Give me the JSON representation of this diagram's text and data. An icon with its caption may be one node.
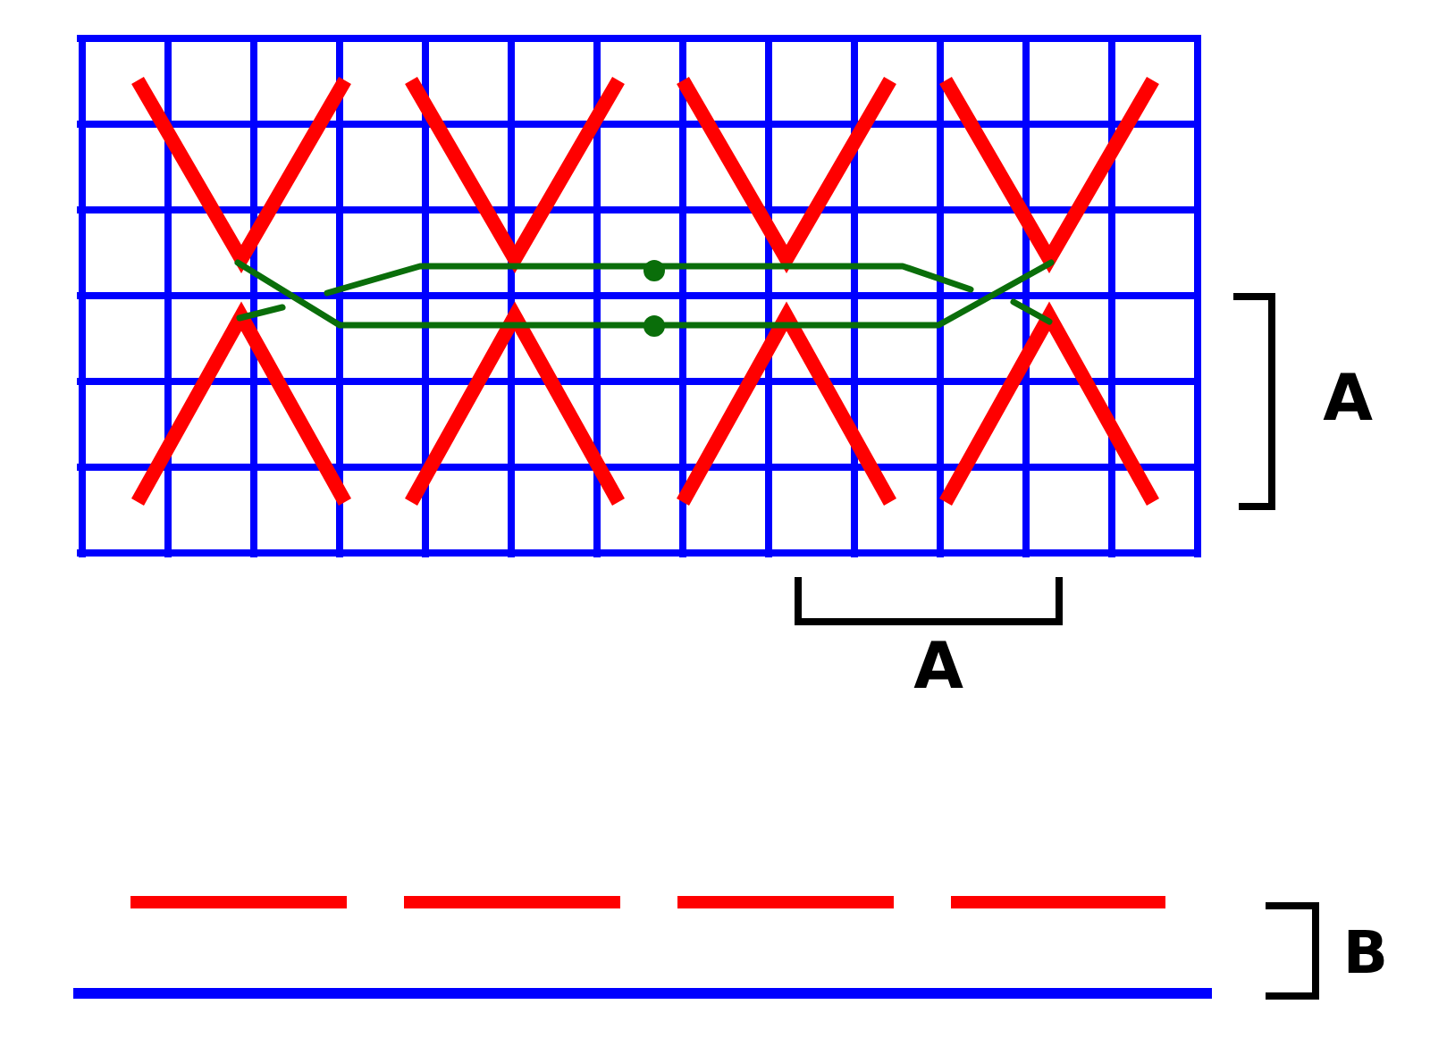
{
  "diagram": {
    "labels": [
      "A",
      "A",
      "B"
    ]
  }
}
